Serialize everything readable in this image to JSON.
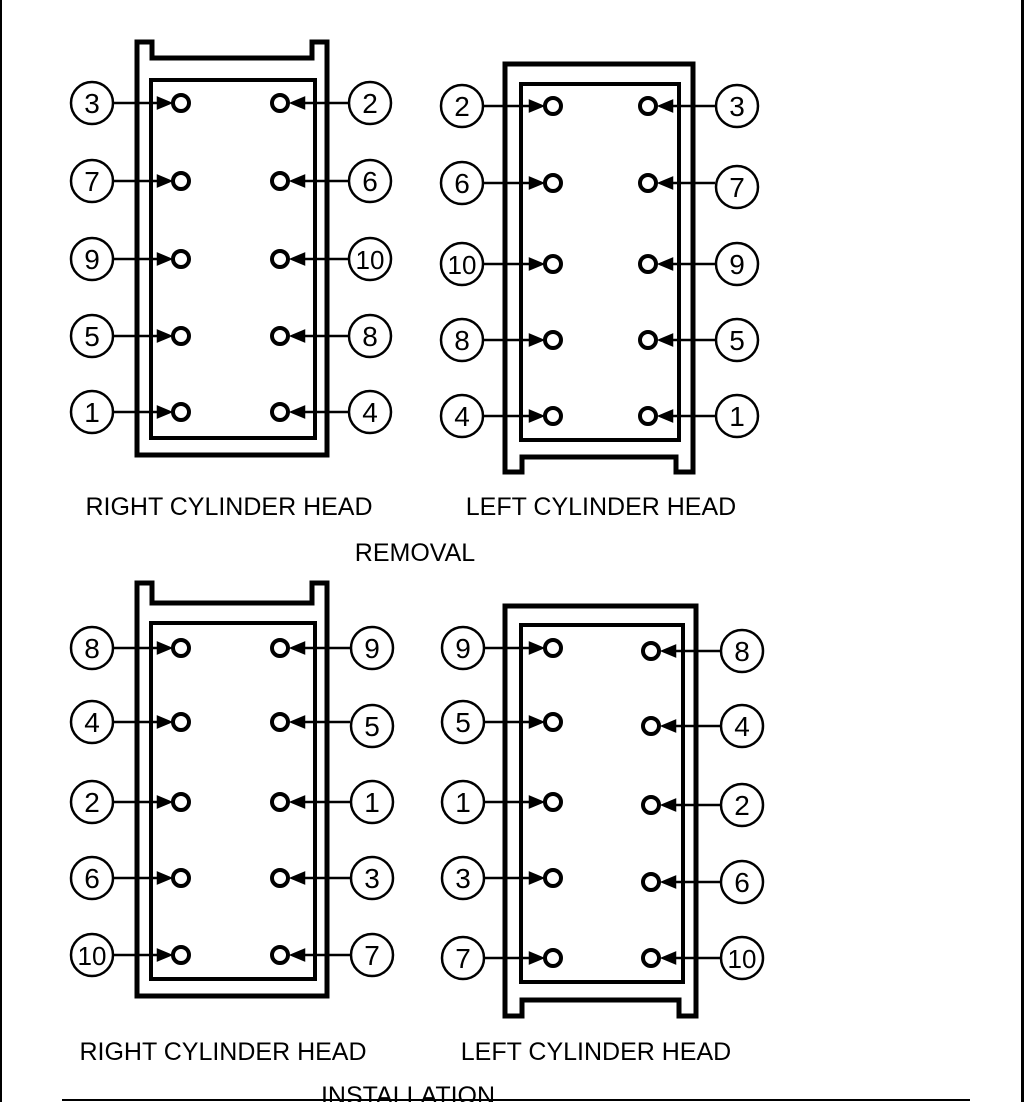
{
  "sections": [
    {
      "caption": "REMOVAL",
      "heads": [
        {
          "label": "RIGHT CYLINDER HEAD",
          "left_numbers": [
            "3",
            "7",
            "9",
            "5",
            "1"
          ],
          "right_numbers": [
            "2",
            "6",
            "10",
            "8",
            "4"
          ]
        },
        {
          "label": "LEFT CYLINDER HEAD",
          "left_numbers": [
            "2",
            "6",
            "10",
            "8",
            "4"
          ],
          "right_numbers": [
            "3",
            "7",
            "9",
            "5",
            "1"
          ]
        }
      ]
    },
    {
      "caption": "INSTALLATION",
      "heads": [
        {
          "label": "RIGHT CYLINDER HEAD",
          "left_numbers": [
            "8",
            "4",
            "2",
            "6",
            "10"
          ],
          "right_numbers": [
            "9",
            "5",
            "1",
            "3",
            "7"
          ]
        },
        {
          "label": "LEFT CYLINDER HEAD",
          "left_numbers": [
            "9",
            "5",
            "1",
            "3",
            "7"
          ],
          "right_numbers": [
            "8",
            "4",
            "2",
            "6",
            "10"
          ]
        }
      ]
    }
  ],
  "colors": {
    "ink": "#000000",
    "paper": "#ffffff"
  }
}
